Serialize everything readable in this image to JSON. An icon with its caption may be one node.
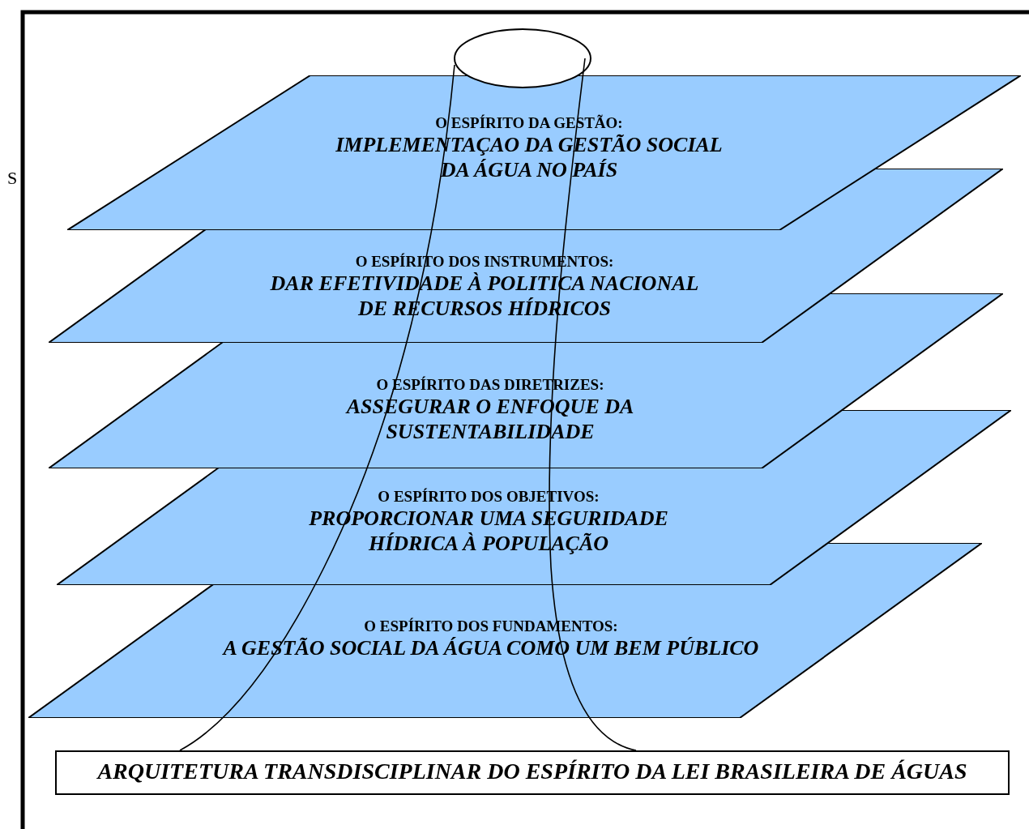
{
  "diagram": {
    "nodes": [
      {
        "text": [
          "O ESPÍRITO DA GESTÃO:",
          "IMPLEMENTAÇAO DA GESTÃO SOCIAL DA ÁGUA NO PAÍS"
        ]
      },
      {
        "text": [
          "O ESPÍRITO DOS INSTRUMENTOS:",
          "DAR EFETIVIDADE À POLITICA NACIONAL DE RECURSOS HÍDRICOS"
        ]
      },
      {
        "text": [
          "O ESPÍRITO DAS DIRETRIZES:",
          "ASSEGURAR O ENFOQUE DA SUSTENTABILIDADE"
        ]
      },
      {
        "text": [
          "O ESPÍRITO DOS OBJETIVOS:",
          "PROPORCIONAR UMA SEGURIDADE HÍDRICA À POPULAÇÃO"
        ]
      },
      {
        "text": [
          "O ESPÍRITO DOS FUNDAMENTOS:",
          "A GESTÃO SOCIAL DA ÁGUA COMO UM BEM PÚBLICO"
        ]
      },
      {
        "text": [
          "ARQUITETURA TRANSDISCIPLINAR DO ESPÍRITO DA LEI BRASILEIRA DE ÁGUAS"
        ]
      }
    ],
    "edges": [],
    "labels": [
      "S"
    ]
  }
}
